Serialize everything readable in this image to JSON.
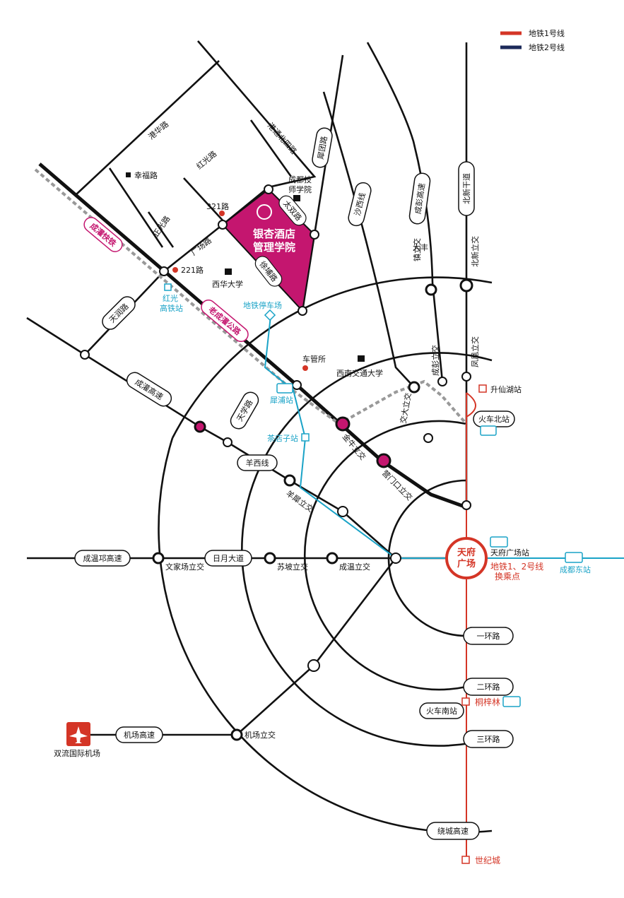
{
  "legend": {
    "line1": {
      "label": "地铁1号线",
      "color": "#d43526"
    },
    "line2": {
      "label": "地铁2号线",
      "color": "#1c2a5a"
    }
  },
  "colors": {
    "metro_blue": "#1aa3c7",
    "magenta": "#c4166f",
    "road": "#111111"
  },
  "campus": {
    "line1": "银杏酒店",
    "line2": "管理学院",
    "icon": "flower-logo-icon"
  },
  "rings": {
    "first": "一环路",
    "second": "二环路",
    "third": "三环路",
    "outer": "绕城高速"
  },
  "roads": {
    "gangnan": "港华路",
    "xingfu": "幸福路",
    "hongguang": "红光路",
    "gangtong_north4": "港通北四路",
    "xituan": "犀团路",
    "chengdu_ji": "成都技",
    "shi_xueyuan": "师学院",
    "tianyuan": "天润路",
    "zhengguang": "正光路",
    "guangchang": "广场路",
    "r321": "321路",
    "r221": "221路",
    "taishuang": "太双路",
    "xupu": "徐埔路",
    "xihua": "西华大学",
    "chengguan_express": "成灌快铁",
    "lao_chengguan": "老成灌公路",
    "hongguang_station_1": "红光",
    "hongguang_station_2": "高铁站",
    "metro_depot": "地铁停车场",
    "chexuansuo": "车管所",
    "swjtu": "西南交通大学",
    "shaxi": "沙西线",
    "chengpeng": "成彭高速",
    "dafeng_1": "大丰",
    "dafeng_2": "镇立交",
    "beixin_gan": "北新干道",
    "beixin_li": "北新立交",
    "fenghuang": "凤凰立交",
    "chengpeng_li": "成彭立交",
    "shengxianhu": "升仙湖站",
    "huoche_bei": "火车北站",
    "jiaoda": "交大立交",
    "jinniu": "金牛立交",
    "yingmenkou": "营门口立交",
    "tianxue": "天学路",
    "xipu": "犀浦站",
    "chadianzi": "茶店子站",
    "yangxi": "羊西线",
    "yangxi_li": "羊犀立交",
    "chengguan_gaosu": "成灌高速",
    "wenjiachang": "文家场立交",
    "riyue": "日月大道",
    "supo": "苏坡立交",
    "chengwen_li": "成温立交",
    "chengwenqiong": "成温邛高速",
    "tianfu_1": "天府",
    "tianfu_2": "广场",
    "tianfu_station": "天府广场站",
    "transfer_1": "地铁1、2号线",
    "transfer_2": "换乘点",
    "chengdu_dong": "成都东站",
    "huoche_nan": "火车南站",
    "tongzilin": "桐梓林",
    "jichang_gaosu": "机场高速",
    "jichang_li": "机场立交",
    "shuangliu": "双流国际机场",
    "shijicheng": "世纪城"
  }
}
